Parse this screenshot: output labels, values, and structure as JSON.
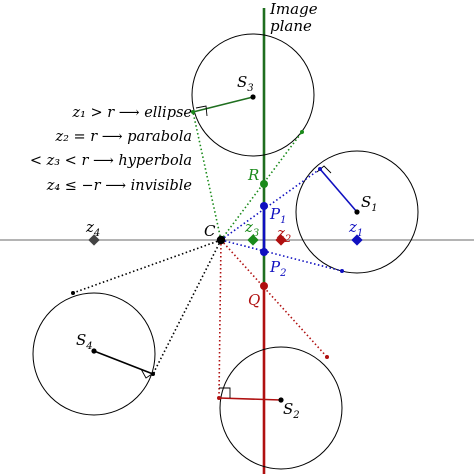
{
  "plane_label": {
    "line1": "Image",
    "line2": "plane"
  },
  "legend": [
    {
      "text": "z₁ > r ⟶ ellipse"
    },
    {
      "text": "z₂ = r ⟶ parabola"
    },
    {
      "text": "< z₃ < r ⟶ hyperbola"
    },
    {
      "text": "z₄ ≤ −r ⟶ invisible"
    }
  ],
  "points": {
    "C": "C",
    "R": "R",
    "Q": "Q",
    "P1": {
      "base": "P",
      "sub": "1"
    },
    "P2": {
      "base": "P",
      "sub": "2"
    }
  },
  "spheres": {
    "S1": {
      "base": "S",
      "sub": "1"
    },
    "S2": {
      "base": "S",
      "sub": "2"
    },
    "S3": {
      "base": "S",
      "sub": "3"
    },
    "S4": {
      "base": "S",
      "sub": "4"
    }
  },
  "depths": {
    "z1": {
      "base": "z",
      "sub": "1"
    },
    "z2": {
      "base": "z",
      "sub": "2"
    },
    "z3": {
      "base": "z",
      "sub": "3"
    },
    "z4": {
      "base": "z",
      "sub": "4"
    }
  },
  "colors": {
    "green": "#1a8a1a",
    "dark_green": "#1f6e1f",
    "red": "#b01010",
    "blue": "#1010c0",
    "black": "#000000",
    "gray": "#888888"
  }
}
